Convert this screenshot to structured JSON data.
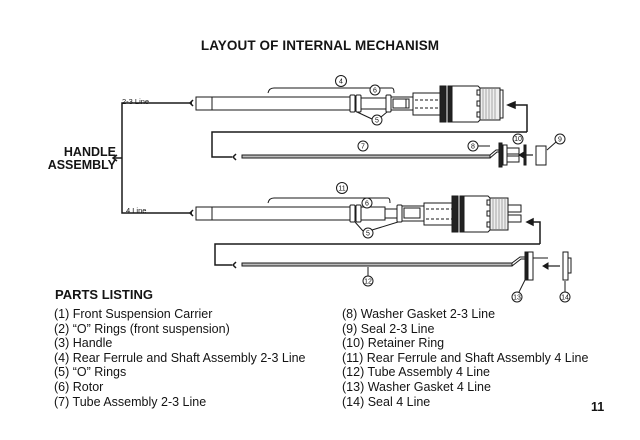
{
  "title": "LAYOUT OF INTERNAL MECHANISM",
  "diagram": {
    "handle_assembly_label": [
      "HANDLE",
      "ASSEMBLY"
    ],
    "line_labels": {
      "upper": "2-3 Line",
      "lower": "4 Line"
    },
    "callouts": [
      "4",
      "6",
      "5",
      "7",
      "8",
      "10",
      "9",
      "11",
      "6",
      "5",
      "12",
      "13",
      "14"
    ]
  },
  "parts_listing": {
    "heading": "PARTS LISTING",
    "left": [
      "(1) Front Suspension Carrier",
      "(2) “O” Rings (front suspension)",
      "(3) Handle",
      "(4) Rear Ferrule and Shaft Assembly 2-3 Line",
      "(5) “O” Rings",
      "(6) Rotor",
      "(7) Tube Assembly 2-3 Line"
    ],
    "right": [
      "(8) Washer Gasket 2-3 Line",
      "(9) Seal 2-3 Line",
      "(10) Retainer Ring",
      "(11) Rear Ferrule and Shaft Assembly 4 Line",
      "(12) Tube Assembly 4 Line",
      "(13) Washer Gasket 4 Line",
      "(14) Seal 4 Line"
    ]
  },
  "page_number": "11"
}
